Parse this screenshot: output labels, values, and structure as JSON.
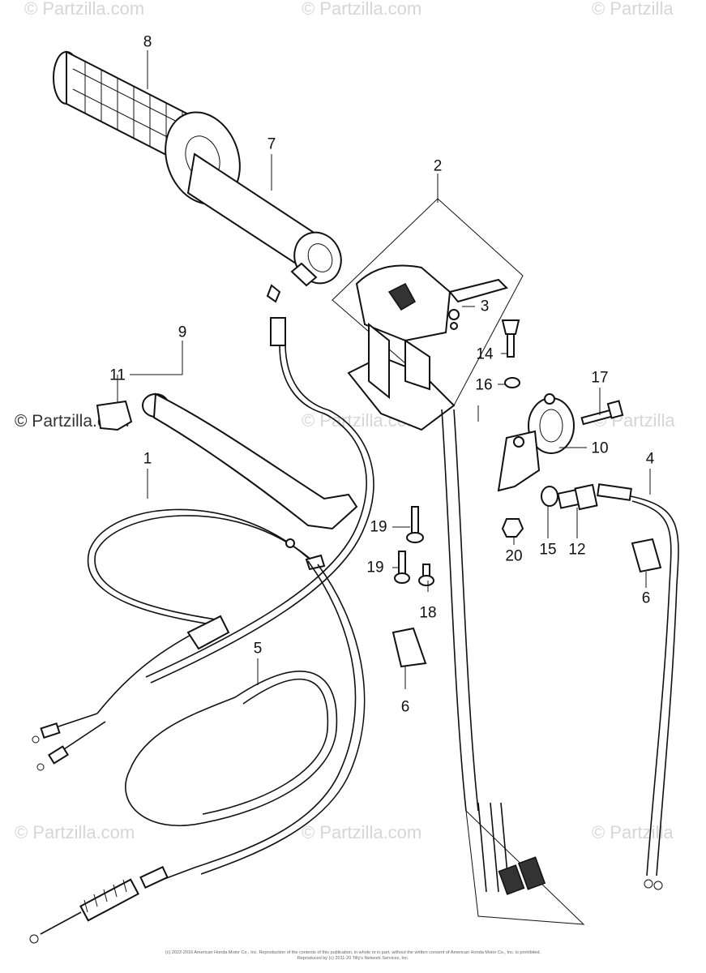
{
  "watermarks": {
    "brand": "© Partzilla.com",
    "brand_short": "© Partzilla"
  },
  "callouts": [
    {
      "id": "8",
      "label": "8"
    },
    {
      "id": "7",
      "label": "7"
    },
    {
      "id": "2",
      "label": "2"
    },
    {
      "id": "3",
      "label": "3"
    },
    {
      "id": "14",
      "label": "14"
    },
    {
      "id": "16",
      "label": "16"
    },
    {
      "id": "17",
      "label": "17"
    },
    {
      "id": "9",
      "label": "9"
    },
    {
      "id": "11",
      "label": "11"
    },
    {
      "id": "10",
      "label": "10"
    },
    {
      "id": "4",
      "label": "4"
    },
    {
      "id": "1",
      "label": "1"
    },
    {
      "id": "19a",
      "label": "19"
    },
    {
      "id": "19b",
      "label": "19"
    },
    {
      "id": "18",
      "label": "18"
    },
    {
      "id": "20",
      "label": "20"
    },
    {
      "id": "15",
      "label": "15"
    },
    {
      "id": "12",
      "label": "12"
    },
    {
      "id": "6a",
      "label": "6"
    },
    {
      "id": "6b",
      "label": "6"
    },
    {
      "id": "5",
      "label": "5"
    }
  ],
  "footer": {
    "line1": "(c) 2022-2016 American Honda Motor Co., Inc. Reproduction of the contents of this publication, in whole or in part, without the written consent of American Honda Motor Co., Inc. is prohibited.",
    "line2": "Reproduced by (c) 2011-20 Tilly's Network Services, Inc."
  },
  "colors": {
    "ink": "#111111",
    "watermark": "#d6d6d6",
    "background": "#ffffff"
  }
}
